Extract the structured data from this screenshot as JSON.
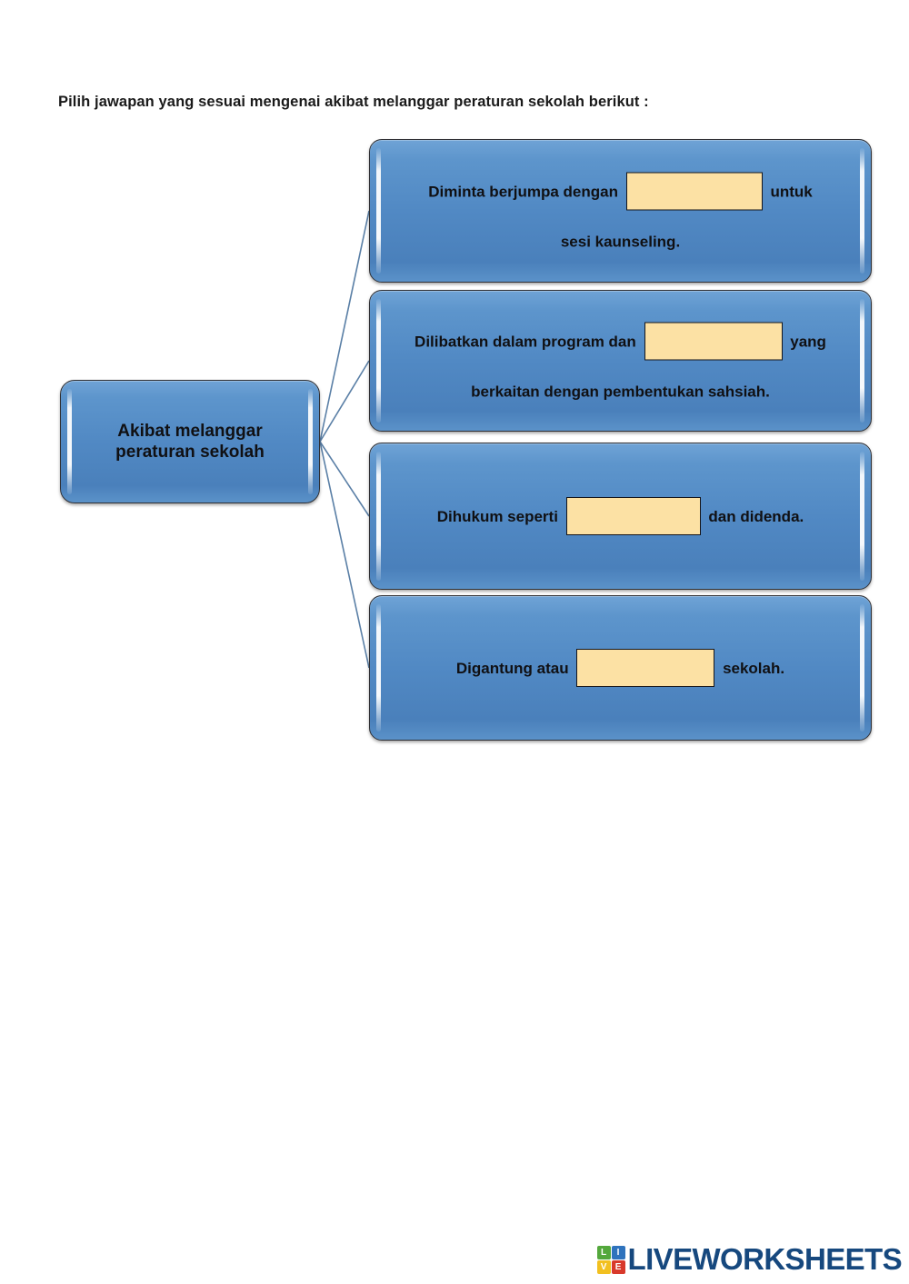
{
  "worksheet": {
    "instruction": "Pilih jawapan yang sesuai mengenai akibat melanggar peraturan sekolah berikut :",
    "center_node": {
      "label_line_1": "Akibat melanggar",
      "label_line_2": "peraturan sekolah"
    },
    "branches": [
      {
        "id": "branch-1",
        "line_1_before": "Diminta berjumpa dengan",
        "input_value": "",
        "input_placeholder": "",
        "line_1_after": "untuk",
        "line_2": "sesi kaunseling."
      },
      {
        "id": "branch-2",
        "line_1_before": "Dilibatkan dalam program dan",
        "input_value": "",
        "input_placeholder": "",
        "line_1_after": "yang",
        "line_2": "berkaitan dengan pembentukan sahsiah."
      },
      {
        "id": "branch-3",
        "line_1_before": "Dihukum seperti",
        "input_value": "",
        "input_placeholder": "",
        "line_1_after": "dan didenda.",
        "line_2": ""
      },
      {
        "id": "branch-4",
        "line_1_before": "Digantung atau",
        "input_value": "",
        "input_placeholder": "",
        "line_1_after": "sekolah.",
        "line_2": ""
      }
    ]
  },
  "footer": {
    "logo_tiles": [
      "L",
      "I",
      "V",
      "E"
    ],
    "logo_word": "LIVEWORKSHEETS"
  },
  "colors": {
    "node_blue": "#5189c4",
    "node_border": "#2f2f33",
    "input_fill": "#fce1a4",
    "input_border": "#15151a",
    "connector": "#5a7fa6",
    "text": "#101013",
    "logo_word": "#16487e",
    "logo_green": "#54a83c",
    "logo_blue": "#2f73bd",
    "logo_yellow": "#f2c020",
    "logo_red": "#d8392b"
  }
}
